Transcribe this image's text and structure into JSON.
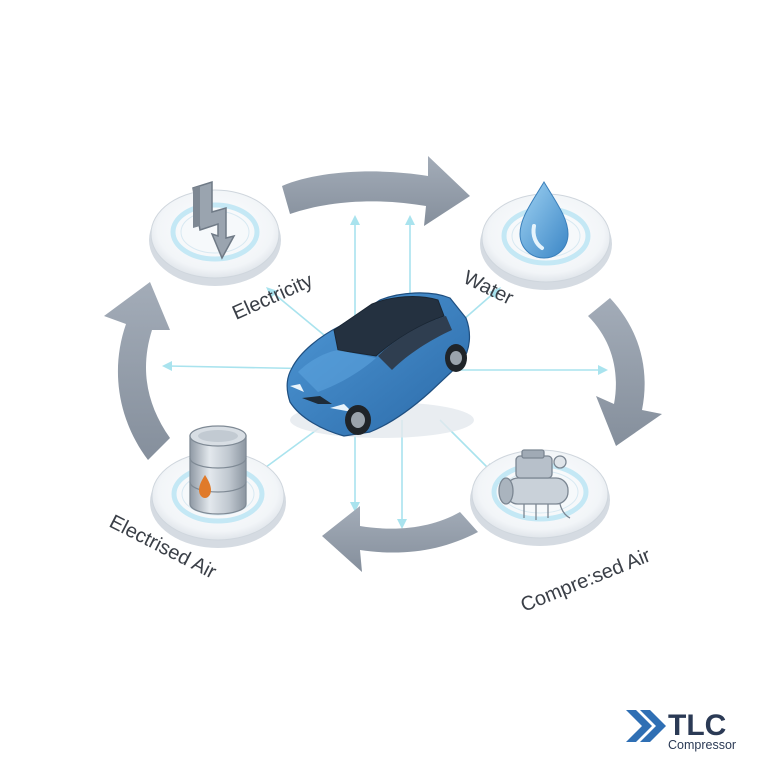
{
  "nodes": {
    "electricity": {
      "label": "Electricity",
      "icon": "lightning-icon"
    },
    "water": {
      "label": "Water",
      "icon": "water-drop-icon"
    },
    "compressed_air": {
      "label": "Compre:sed Air",
      "icon": "compressor-icon"
    },
    "electrised_air": {
      "label": "Electrised Air",
      "icon": "oil-barrel-icon"
    }
  },
  "center": {
    "icon": "car-icon"
  },
  "logo": {
    "main": "TLC",
    "sub": "Compressor",
    "icon": "chevron-logo-icon"
  },
  "colors": {
    "arrow": "#8e98a6",
    "ring_glow": "#bfe6f4",
    "car": "#3d7fbf",
    "ray": "#a9e3ee",
    "water": "#5aa6da",
    "barrel": "#b9c2cb",
    "logo_chevron": "#2f6fb4"
  }
}
